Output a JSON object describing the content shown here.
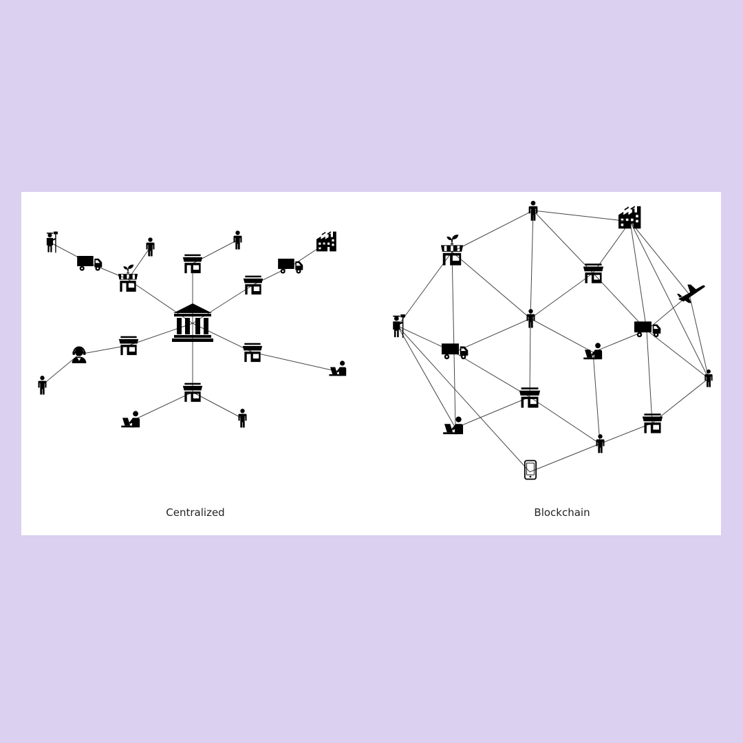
{
  "panels": [
    {
      "caption": "Centralized",
      "nodes": [
        {
          "id": "bank",
          "icon": "bank-icon"
        },
        {
          "id": "c-shop-top",
          "icon": "shop-icon"
        },
        {
          "id": "c-shop-ne",
          "icon": "shop-icon"
        },
        {
          "id": "c-shop-e",
          "icon": "shop-icon"
        },
        {
          "id": "c-shop-s",
          "icon": "shop-icon"
        },
        {
          "id": "c-shop-w",
          "icon": "shop-icon"
        },
        {
          "id": "c-plant-shop",
          "icon": "plant-shop-icon"
        },
        {
          "id": "c-truck-nw",
          "icon": "truck-icon"
        },
        {
          "id": "c-truck-ne",
          "icon": "truck-icon"
        },
        {
          "id": "c-farmer",
          "icon": "farmer-icon"
        },
        {
          "id": "c-person-1",
          "icon": "person-icon"
        },
        {
          "id": "c-person-2",
          "icon": "person-icon"
        },
        {
          "id": "c-person-3",
          "icon": "person-icon"
        },
        {
          "id": "c-person-4",
          "icon": "person-icon"
        },
        {
          "id": "c-factory",
          "icon": "factory-icon"
        },
        {
          "id": "c-support",
          "icon": "headset-person-icon"
        },
        {
          "id": "c-laptop-e",
          "icon": "laptop-user-icon"
        },
        {
          "id": "c-laptop-s",
          "icon": "laptop-user-icon"
        }
      ]
    },
    {
      "caption": "Blockchain",
      "nodes": [
        {
          "id": "b-person-top",
          "icon": "person-icon"
        },
        {
          "id": "b-factory",
          "icon": "factory-icon"
        },
        {
          "id": "b-plant-shop",
          "icon": "plant-shop-icon"
        },
        {
          "id": "b-shop-1",
          "icon": "shop-icon"
        },
        {
          "id": "b-plane",
          "icon": "airplane-icon"
        },
        {
          "id": "b-farmer",
          "icon": "farmer-icon"
        },
        {
          "id": "b-person-mid",
          "icon": "person-icon"
        },
        {
          "id": "b-truck-e",
          "icon": "truck-icon"
        },
        {
          "id": "b-truck-w",
          "icon": "truck-icon"
        },
        {
          "id": "b-laptop-mid",
          "icon": "laptop-user-icon"
        },
        {
          "id": "b-person-e",
          "icon": "person-icon"
        },
        {
          "id": "b-shop-2",
          "icon": "shop-icon"
        },
        {
          "id": "b-shop-3",
          "icon": "shop-icon"
        },
        {
          "id": "b-laptop-sw",
          "icon": "laptop-user-icon"
        },
        {
          "id": "b-person-s",
          "icon": "person-icon"
        },
        {
          "id": "b-phone",
          "icon": "smartphone-icon"
        }
      ]
    }
  ]
}
